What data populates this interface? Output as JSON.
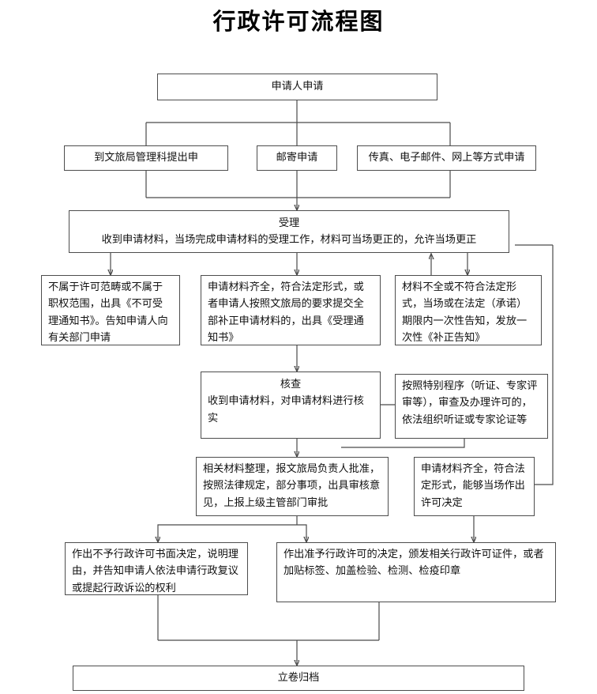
{
  "title": "行政许可流程图",
  "theme": {
    "line_color": "#4a4a4a",
    "box_border": "#4d4d4d",
    "text_color": "#111111",
    "background": "#ffffff"
  },
  "nodes": {
    "applicant": {
      "label": "申请人申请"
    },
    "channel_office": {
      "label": "到文旅局管理科提出申"
    },
    "channel_mail": {
      "label": "邮寄申请"
    },
    "channel_electronic": {
      "label": "传真、电子邮件、网上等方式申请"
    },
    "acceptance": {
      "heading": "受理",
      "body": "收到申请材料，当场完成申请材料的受理工作，材料可当场更正的，允许当场更正"
    },
    "out_of_scope": {
      "body": "不属于许可范畴或不属于职权范围，出具《不可受理通知书》。告知申请人向有关部门申请"
    },
    "materials_complete": {
      "body": "申请材料齐全，符合法定形式，或者申请人按照文旅局的要求提交全部补正申请材料的，出具《受理通知书》"
    },
    "materials_incomplete": {
      "body": "材料不全或不符合法定形式，当场或在法定（承诺）期限内一次性告知，发放一次性《补正告知》"
    },
    "verification": {
      "heading": "核查",
      "body": "收到申请材料，对申请材料进行核实"
    },
    "special_procedure": {
      "body": "按照特别程序（听证、专家评审等），审查及办理许可的，依法组织听证或专家论证等"
    },
    "internal_review": {
      "body": "相关材料整理，报文旅局负责人批准，按照法律规定，部分事项，出具审核意见，上报上级主管部门审批"
    },
    "on_the_spot_decision": {
      "body": "申请材料齐全，符合法定形式，能够当场作出许可决定"
    },
    "decision_deny": {
      "body": "作出不予行政许可书面决定，说明理由，并告知申请人依法申请行政复议或提起行政诉讼的权利"
    },
    "decision_grant": {
      "body": "作出准予行政许可的决定，颁发相关行政许可证件，或者加贴标签、加盖检验、检测、检疫印章"
    },
    "archive": {
      "label": "立卷归档"
    }
  }
}
